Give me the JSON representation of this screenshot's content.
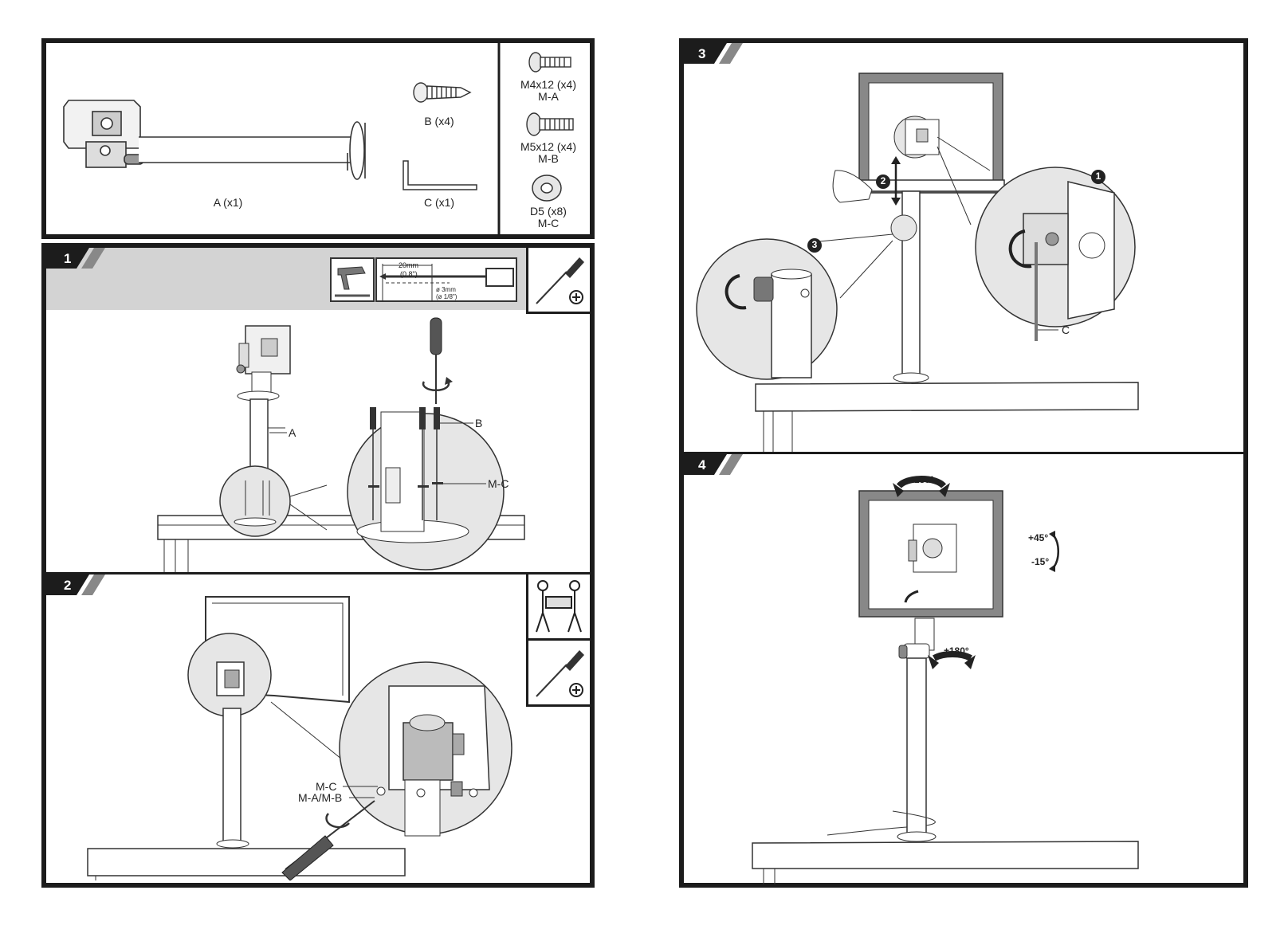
{
  "parts": {
    "arm_label": "A (x1)",
    "wood_screw_label": "B (x4)",
    "hex_key_label": "C (x1)",
    "screw_m4_label": "M4x12 (x4)",
    "screw_m4_code": "M-A",
    "screw_m5_label": "M5x12 (x4)",
    "screw_m5_code": "M-B",
    "washer_label": "D5 (x8)",
    "washer_code": "M-C"
  },
  "step1": {
    "number": "1",
    "drill_depth": "20mm",
    "drill_depth_in": "(0.8\")",
    "drill_diameter": "ø 3mm",
    "drill_diameter_in": "(ø 1/8\")",
    "callout_arm": "A",
    "callout_screw": "B",
    "callout_washer": "M-C"
  },
  "step2": {
    "number": "2",
    "callout_washer": "M-C",
    "callout_screws": "M-A/M-B"
  },
  "step3": {
    "number": "3",
    "marker_1": "1",
    "marker_2": "2",
    "marker_3": "3",
    "callout_hex_key": "C"
  },
  "step4": {
    "number": "4",
    "rotate_top": "±180°",
    "rotate_pole": "±180°",
    "tilt_up": "+45°",
    "tilt_down": "-15°"
  },
  "colors": {
    "frame": "#1c1c1c",
    "header_band": "#d3d3d3",
    "zoom_fill": "#e6e6e6",
    "line": "#333333"
  }
}
